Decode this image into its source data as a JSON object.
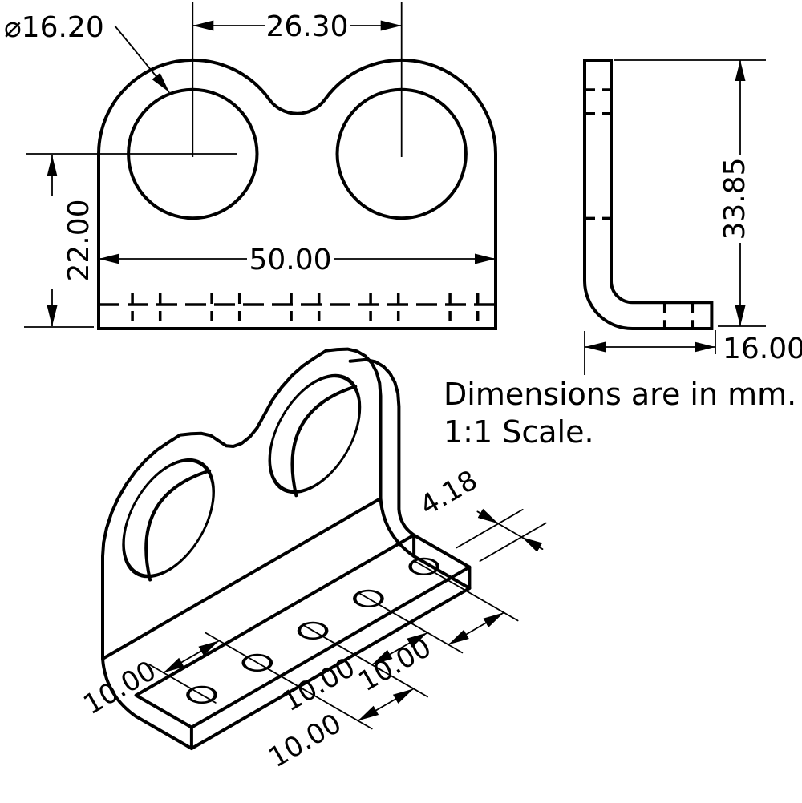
{
  "note": {
    "line1": "Dimensions are in mm.",
    "line2": "1:1 Scale."
  },
  "front_view": {
    "hole_diameter": "⌀16.20",
    "hole_spacing": "26.30",
    "center_height": "22.00",
    "width": "50.00"
  },
  "side_view": {
    "height": "33.85",
    "depth": "16.00"
  },
  "iso_view": {
    "edge_to_hole": "4.18",
    "hole_pitches": [
      "10.00",
      "10.00",
      "10.00",
      "10.00"
    ]
  },
  "drawing": {
    "line_color": "#000000",
    "background_color": "#ffffff"
  }
}
